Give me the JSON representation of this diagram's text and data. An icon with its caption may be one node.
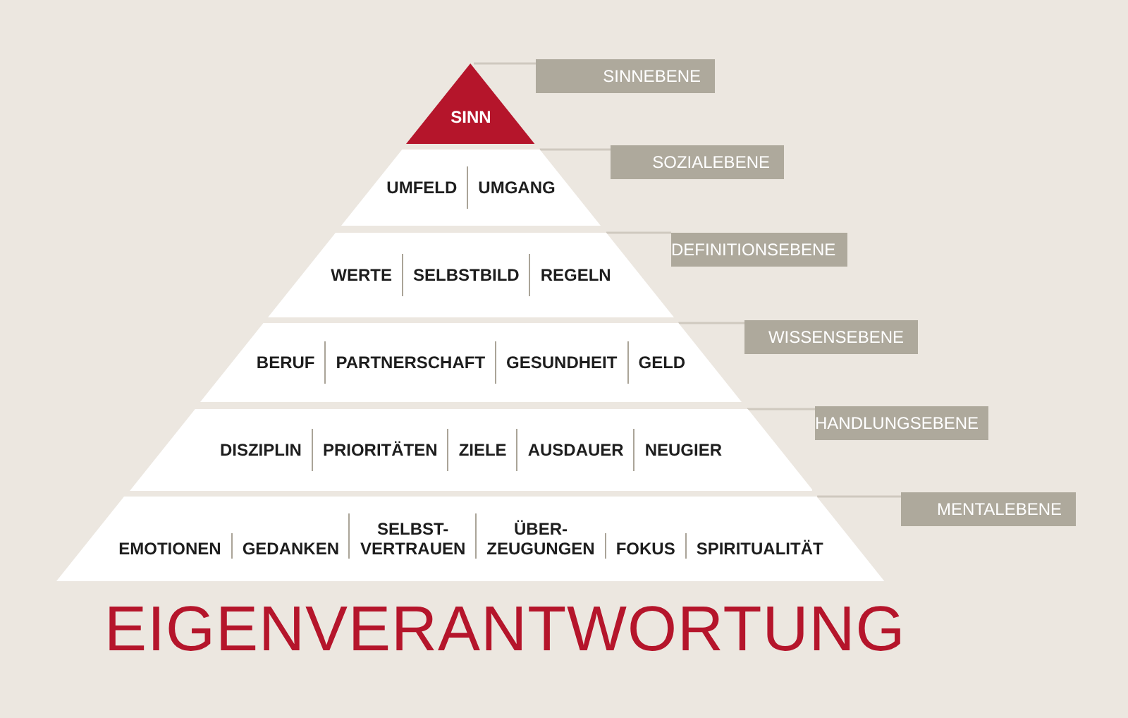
{
  "diagram": {
    "title": "EIGENVERANTWORTUNG",
    "nodes": [
      {
        "text": [
          "SINN"
        ]
      },
      {
        "text": [
          "SINNEBENE"
        ]
      },
      {
        "text": [
          "UMFELD",
          "UMGANG"
        ]
      },
      {
        "text": [
          "SOZIALEBENE"
        ]
      },
      {
        "text": [
          "WERTE",
          "SELBSTBILD",
          "REGELN"
        ]
      },
      {
        "text": [
          "DEFINITIONSEBENE"
        ]
      },
      {
        "text": [
          "BERUF",
          "PARTNERSCHAFT",
          "GESUNDHEIT",
          "GELD"
        ]
      },
      {
        "text": [
          "WISSENSEBENE"
        ]
      },
      {
        "text": [
          "DISZIPLIN",
          "PRIORITÄTEN",
          "ZIELE",
          "AUSDAUER",
          "NEUGIER"
        ]
      },
      {
        "text": [
          "HANDLUNGSEBENE"
        ]
      },
      {
        "text": [
          "EMOTIONEN",
          "GEDANKEN",
          "SELBST- VERTRAUEN",
          "ÜBER- ZEUGUNGEN",
          "FOKUS",
          "SPIRITUALITÄT"
        ]
      },
      {
        "text": [
          "MENTALEBENE"
        ]
      }
    ],
    "edges": [
      {
        "from": 1,
        "to": 0,
        "arrow": "none"
      },
      {
        "from": 3,
        "to": 2,
        "arrow": "none"
      },
      {
        "from": 5,
        "to": 4,
        "arrow": "none"
      },
      {
        "from": 7,
        "to": 6,
        "arrow": "none"
      },
      {
        "from": 9,
        "to": 8,
        "arrow": "none"
      },
      {
        "from": 11,
        "to": 10,
        "arrow": "none"
      }
    ]
  }
}
